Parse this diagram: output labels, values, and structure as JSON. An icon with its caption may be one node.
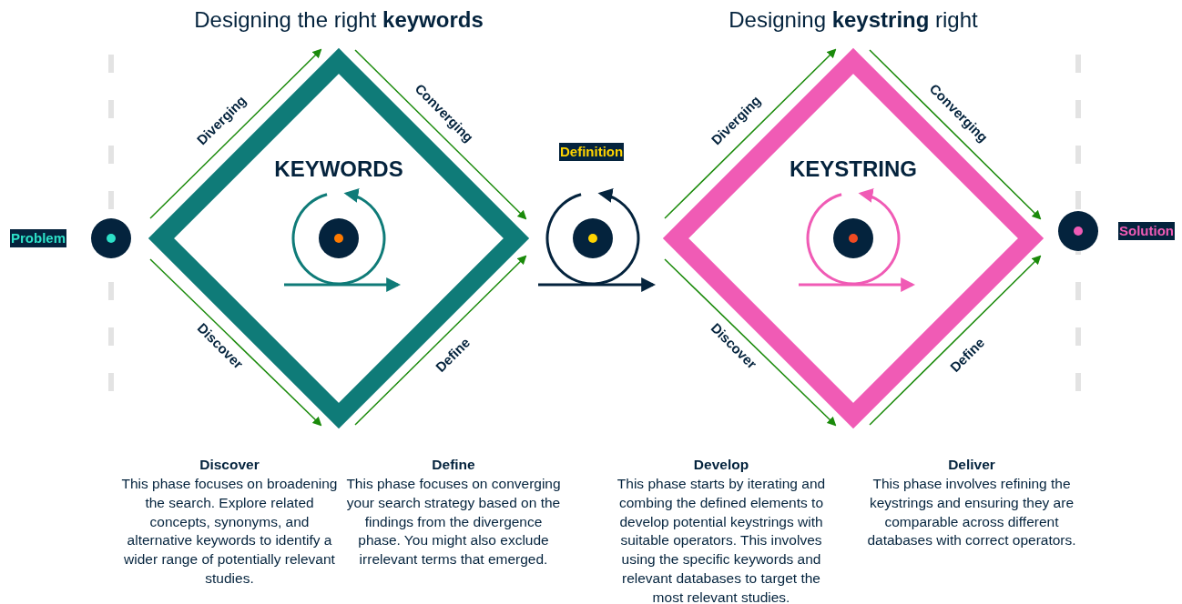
{
  "diagram": {
    "nodes": [
      {
        "text": [
          "Problem"
        ]
      },
      {
        "text": [
          "Designing the right **keywords**",
          "KEYWORDS"
        ]
      },
      {
        "text": [],
        "shape": "circle",
        "in": 1
      },
      {
        "text": [
          "Definition"
        ]
      },
      {
        "text": [
          "Designing **keystring** right",
          "KEYSTRING"
        ]
      },
      {
        "text": [],
        "shape": "circle",
        "in": 4
      },
      {
        "text": [
          "Solution"
        ]
      }
    ],
    "edges": [
      {
        "from": null,
        "to": 1,
        "arrow": "to",
        "label": "Diverging"
      },
      {
        "from": 1,
        "to": 3,
        "arrow": "to",
        "label": "Converging"
      },
      {
        "from": null,
        "to": 4,
        "arrow": "to",
        "label": "Diverging"
      },
      {
        "from": 4,
        "to": 6,
        "arrow": "to",
        "label": "Converging"
      },
      {
        "from": null,
        "to": 1,
        "arrow": "to",
        "label": "Discover"
      },
      {
        "from": null,
        "to": 1,
        "arrow": "to",
        "label": "Define"
      },
      {
        "from": null,
        "to": 4,
        "arrow": "to",
        "label": "Discover"
      },
      {
        "from": null,
        "to": 4,
        "arrow": "to",
        "label": "Define"
      }
    ],
    "labels": [
      "Discover",
      "This phase focuses on broadening the search. Explore related concepts, synonyms, and alternative keywords to identify a wider range of potentially relevant studies.",
      "Define",
      "This phase focuses on converging your search strategy based on the findings from the divergence phase. You might also exclude irrelevant terms that emerged.",
      "Develop",
      "This phase starts by iterating and combing the defined elements to develop potential keystrings with suitable operators. This involves using the specific keywords and relevant databases to target the most relevant studies.",
      "Deliver",
      "This phase involves refining the keystrings and ensuring they are comparable across different databases with correct operators."
    ]
  }
}
